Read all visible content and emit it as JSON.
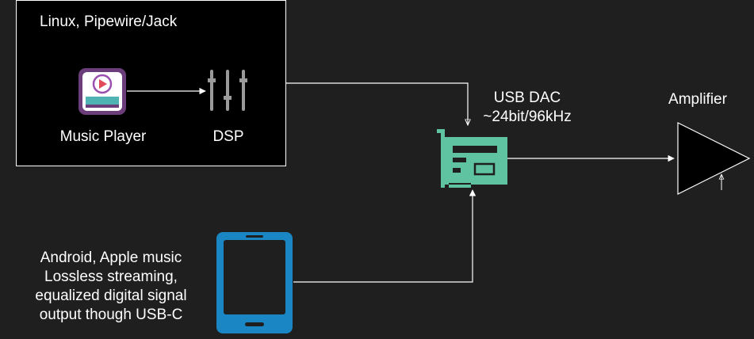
{
  "computer_box": {
    "title": "Linux, Pipewire/Jack",
    "music_player_label": "Music Player",
    "dsp_label": "DSP"
  },
  "dac": {
    "line1": "USB DAC",
    "line2": "~24bit/96kHz"
  },
  "amplifier": {
    "label": "Amplifier"
  },
  "phone": {
    "lines": [
      "Android, Apple music",
      "Lossless streaming,",
      "equalized digital signal",
      "output though USB-C"
    ]
  },
  "colors": {
    "background": "#1f1f1f",
    "box_fill": "#000000",
    "box_stroke": "#ffffff",
    "player_purple": "#6b3d7a",
    "player_teal": "#4fb3b3",
    "player_accent": "#9b4fb0",
    "dsp_gray": "#9a9a9a",
    "dac_green": "#5fc2a0",
    "phone_blue": "#1a87c4",
    "connector": "#ffffff"
  },
  "icons": {
    "music_player": "music-player-icon",
    "dsp": "equalizer-sliders-icon",
    "dac": "sound-card-icon",
    "phone": "smartphone-icon",
    "amplifier": "amplifier-triangle-icon"
  }
}
